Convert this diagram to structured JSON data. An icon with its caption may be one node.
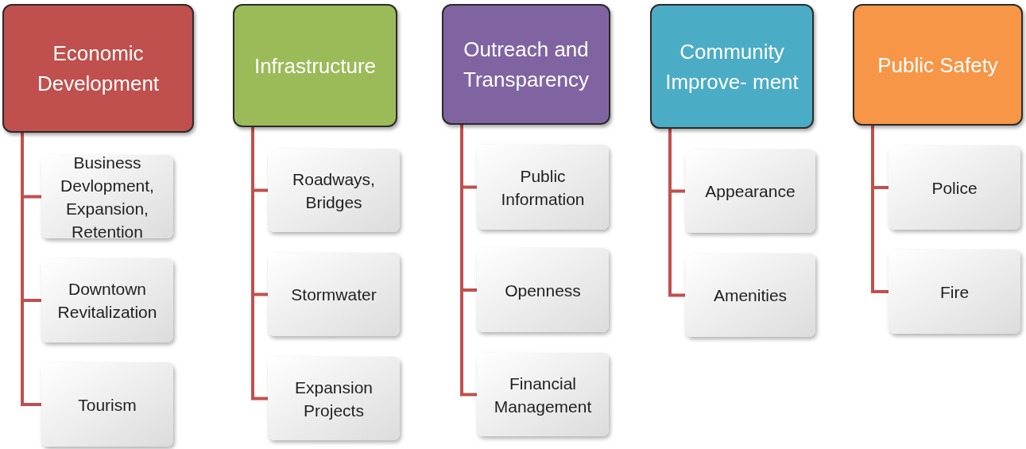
{
  "diagram": {
    "nodes": [
      {
        "text": [
          "Economic Development"
        ]
      },
      {
        "text": [
          "Business Devlopment, Expansion, Retention"
        ]
      },
      {
        "text": [
          "Downtown Revitalization"
        ]
      },
      {
        "text": [
          "Tourism"
        ]
      },
      {
        "text": [
          "Infrastructure"
        ]
      },
      {
        "text": [
          "Roadways, Bridges"
        ]
      },
      {
        "text": [
          "Stormwater"
        ]
      },
      {
        "text": [
          "Expansion Projects"
        ]
      },
      {
        "text": [
          "Outreach and Transparency"
        ]
      },
      {
        "text": [
          "Public Information"
        ]
      },
      {
        "text": [
          "Openness"
        ]
      },
      {
        "text": [
          "Financial Management"
        ]
      },
      {
        "text": [
          "Community Improve- ment"
        ]
      },
      {
        "text": [
          "Appearance"
        ]
      },
      {
        "text": [
          "Amenities"
        ]
      },
      {
        "text": [
          "Public Safety"
        ]
      },
      {
        "text": [
          "Police"
        ]
      },
      {
        "text": [
          "Fire"
        ]
      }
    ],
    "edges": [
      {
        "from": 0,
        "to": 1,
        "arrow": "none",
        "color": "#c0504d"
      },
      {
        "from": 0,
        "to": 2,
        "arrow": "none",
        "color": "#c0504d"
      },
      {
        "from": 0,
        "to": 3,
        "arrow": "none",
        "color": "#c0504d"
      },
      {
        "from": 4,
        "to": 5,
        "arrow": "none",
        "color": "#c0504d"
      },
      {
        "from": 4,
        "to": 6,
        "arrow": "none",
        "color": "#c0504d"
      },
      {
        "from": 4,
        "to": 7,
        "arrow": "none",
        "color": "#c0504d"
      },
      {
        "from": 8,
        "to": 9,
        "arrow": "none",
        "color": "#c0504d"
      },
      {
        "from": 8,
        "to": 10,
        "arrow": "none",
        "color": "#c0504d"
      },
      {
        "from": 8,
        "to": 11,
        "arrow": "none",
        "color": "#c0504d"
      },
      {
        "from": 12,
        "to": 13,
        "arrow": "none",
        "color": "#c0504d"
      },
      {
        "from": 12,
        "to": 14,
        "arrow": "none",
        "color": "#c0504d"
      },
      {
        "from": 15,
        "to": 16,
        "arrow": "none",
        "color": "#c0504d"
      },
      {
        "from": 15,
        "to": 17,
        "arrow": "none",
        "color": "#c0504d"
      }
    ]
  }
}
